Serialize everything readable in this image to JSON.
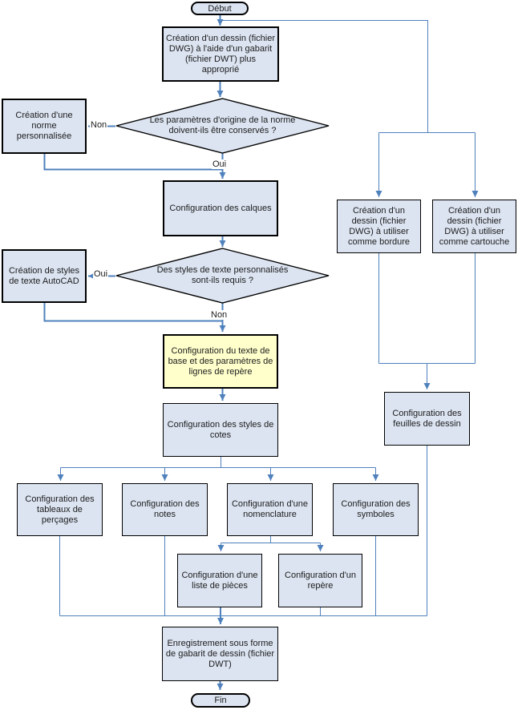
{
  "nodes": {
    "start": "Début",
    "create_drawing": "Création d'un dessin (fichier DWG) à l'aide d'un gabarit (fichier DWT) plus approprié",
    "decision_standard": "Les paramètres d'origine de la norme doivent-ils être conservés ?",
    "custom_standard": "Création d'une norme personnalisée",
    "layers": "Configuration des calques",
    "decision_text_styles": "Des styles de texte personnalisés sont-ils requis ?",
    "text_styles": "Création de styles de texte AutoCAD",
    "base_text": "Configuration du texte de base et des paramètres de lignes de repère",
    "dim_styles": "Configuration des styles de cotes",
    "border_drawing": "Création d'un dessin (fichier DWG) à utiliser comme bordure",
    "titleblock_drawing": "Création d'un dessin (fichier DWG) à utiliser comme cartouche",
    "sheets": "Configuration des feuilles de dessin",
    "hole_tables": "Configuration des tableaux de perçages",
    "notes": "Configuration des notes",
    "bom": "Configuration d'une nomenclature",
    "symbols": "Configuration des symboles",
    "parts_list": "Configuration d'une liste de pièces",
    "balloon": "Configuration d'un repère",
    "save_template": "Enregistrement sous forme de gabarit de dessin (fichier DWT)",
    "end": "Fin"
  },
  "edge_labels": {
    "non_keep_standard": "Non",
    "oui_keep_standard": "Oui",
    "oui_text_styles": "Oui",
    "non_text_styles": "Non"
  },
  "colors": {
    "node_fill": "#dce4f1",
    "highlight_fill": "#ffffcc",
    "line": "#4f81bd",
    "border": "#000000",
    "text": "#1c1c1c"
  }
}
